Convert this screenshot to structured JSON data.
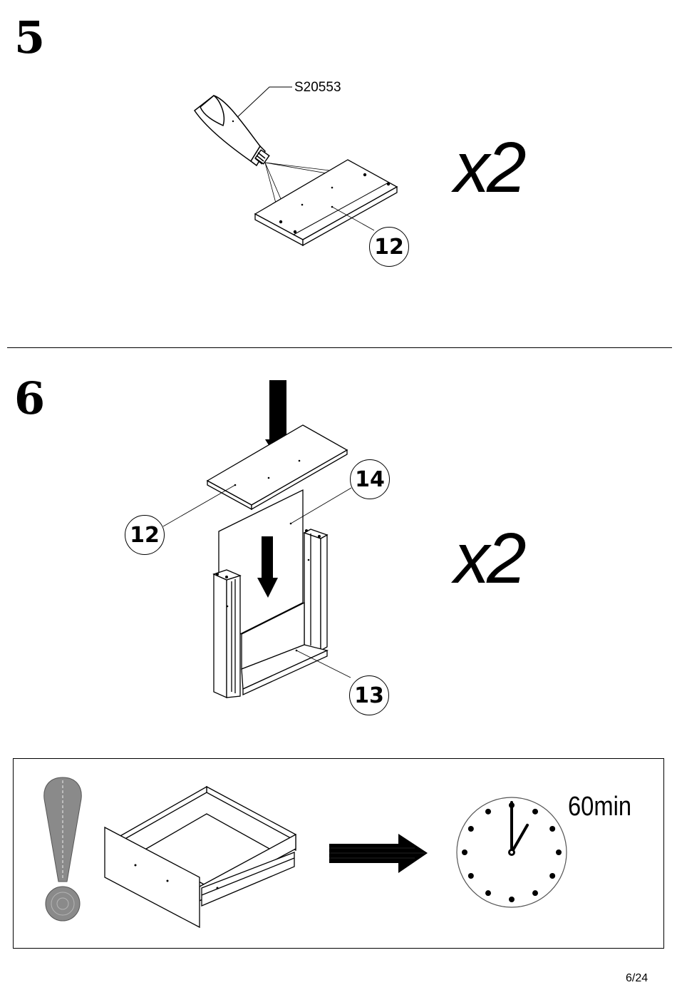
{
  "step5": {
    "number": "5",
    "multiplier": "x2",
    "glue_code": "S20553",
    "part_callout": "12"
  },
  "step6": {
    "number": "6",
    "multiplier": "x2",
    "callouts": [
      "12",
      "14",
      "13"
    ]
  },
  "notice": {
    "duration": "60min",
    "clock": {
      "hour": 1,
      "minute": 0
    }
  },
  "footer": {
    "page": "6/24"
  }
}
